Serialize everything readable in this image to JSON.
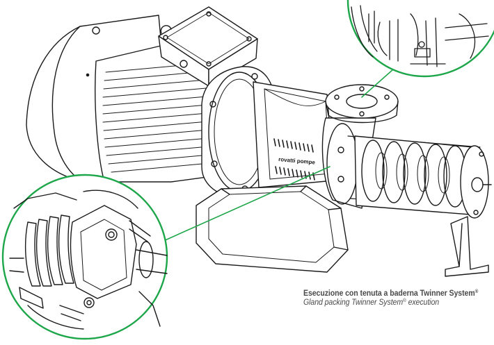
{
  "caption": {
    "italian_text": "Esecuzione con tenuta a baderna Twinner System",
    "english_prefix": "Gland packing Twinner System",
    "english_suffix": " execution",
    "registered_mark": "®"
  },
  "plate": {
    "brand_text": "rovatti pompe"
  },
  "colors": {
    "callout_green": "#1ea64a",
    "line": "#1a1a1a",
    "caption_text": "#4a4a4a"
  }
}
